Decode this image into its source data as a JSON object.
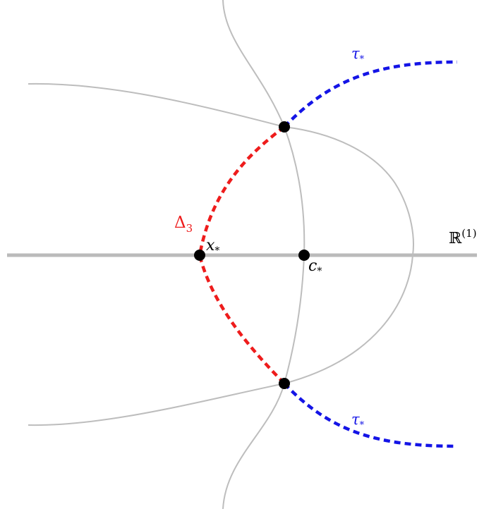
{
  "labels": {
    "real_axis": "ℝ",
    "real_axis_sup": "(1)",
    "delta": "Δ",
    "delta_sub": "3",
    "x_point": "x",
    "x_point_sub": "*",
    "c_point": "c",
    "c_point_sub": "*",
    "tau_top": "τ",
    "tau_top_sub": "*",
    "tau_bottom": "τ",
    "tau_bottom_sub": "*"
  },
  "colors": {
    "axis": "#bbbbbb",
    "curve": "#bdbdbd",
    "delta": "#ee1c1c",
    "tau": "#1414e6",
    "point": "#000000",
    "text": "#000000"
  }
}
